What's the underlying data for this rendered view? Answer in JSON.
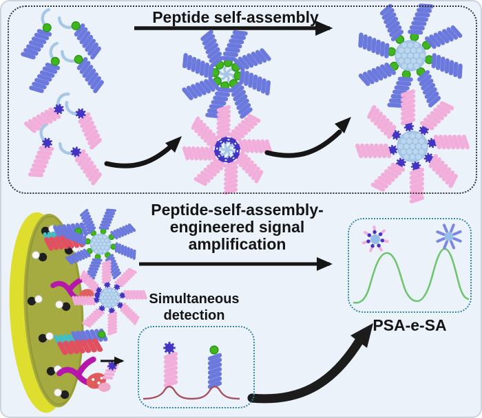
{
  "figure": {
    "top_panel": {
      "title": "Peptide self-assembly"
    },
    "bottom_panel": {
      "amplification_title": {
        "line1": "Peptide-self-assembly-",
        "line2": "engineered signal",
        "line3": "amplification"
      },
      "detection_label": {
        "line1": "Simultaneous",
        "line2": "detection"
      },
      "result_label": "PSA-e-SA"
    },
    "colors": {
      "background": "#ecf2fa",
      "blue_peptide": "#6b79dd",
      "pink_peptide": "#f2aeda",
      "green_tag": "#3fb51e",
      "indigo_tag": "#4334c2",
      "micelle_core": "#a9cae9",
      "tail_blue": "#a6c8e6",
      "electrode_side": "#dede2e",
      "electrode_face": "#a5ab40",
      "antibody_magenta": "#b517ab",
      "antigen_red": "#e06060",
      "duplex_cyan": "#38c0d0",
      "duplex_red": "#e05060",
      "signal_small_curve": "#a8505f",
      "signal_amplified_curve": "#6fc46f",
      "arrow_black": "#161616",
      "dotted_box_border": "#2e86a0"
    },
    "icons": [
      "blue-peptide-coil-icon",
      "pink-peptide-coil-icon",
      "green-tag-icon",
      "indigo-tag-icon",
      "blue-pinwheel-icon",
      "pink-pinwheel-icon",
      "blue-micelle-icon",
      "pink-micelle-icon",
      "electrode-disc-icon",
      "nanoparticle-bead-icon",
      "antibody-icon",
      "antigen-icon",
      "dna-duplex-icon",
      "arrow-icon",
      "signal-peak-icon"
    ]
  }
}
